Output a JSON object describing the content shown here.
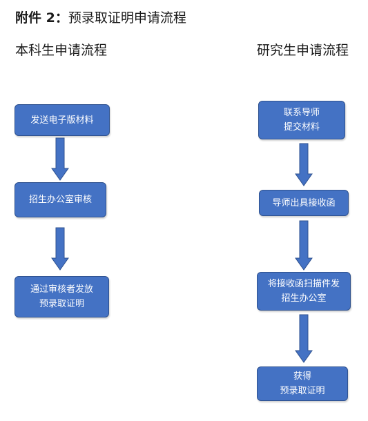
{
  "header": {
    "attachment_label": "附件 2：",
    "title": "预录取证明申请流程"
  },
  "columns": {
    "undergrad": {
      "heading": "本科生申请流程",
      "steps": [
        {
          "lines": [
            "发送电子版材料"
          ]
        },
        {
          "lines": [
            "招生办公室审核"
          ]
        },
        {
          "lines": [
            "通过审核者发放",
            "预录取证明"
          ]
        }
      ]
    },
    "graduate": {
      "heading": "研究生申请流程",
      "steps": [
        {
          "lines": [
            "联系导师",
            "提交材料"
          ]
        },
        {
          "lines": [
            "导师出具接收函"
          ]
        },
        {
          "lines": [
            "将接收函扫描件发",
            "招生办公室"
          ]
        },
        {
          "lines": [
            "获得",
            "预录取证明"
          ]
        }
      ]
    }
  },
  "colors": {
    "box_fill": "#4472C4",
    "box_border": "#2F528F",
    "text": "#ffffff"
  }
}
